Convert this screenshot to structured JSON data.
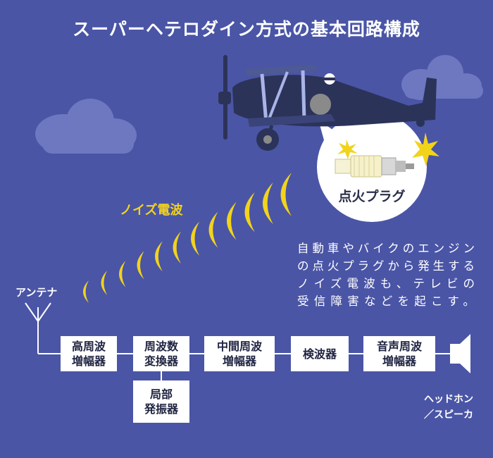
{
  "title": "スーパーヘテロダイン方式の基本回路構成",
  "noise_label": "ノイズ電波",
  "spark_plug_label": "点火プラグ",
  "description_lines": [
    "自動車やバイクのエンジン",
    "の点火プラグから発生する",
    "ノイズ電波も、テレビの",
    "受信障害などを起こす。"
  ],
  "antenna_label": "アンテナ",
  "blocks": {
    "rf_amp": [
      "高周波",
      "増幅器"
    ],
    "mixer": [
      "周波数",
      "変換器"
    ],
    "local_osc": [
      "局部",
      "発振器"
    ],
    "if_amp": [
      "中間周波",
      "増幅器"
    ],
    "detector": [
      "検波器"
    ],
    "audio_amp": [
      "音声周波",
      "増幅器"
    ]
  },
  "speaker_label": [
    "ヘッドホン",
    "／スピーカ"
  ],
  "colors": {
    "background": "#4a55a6",
    "noise_wave": "#f2d31b",
    "cloud": "#6d78c1",
    "plane": "#2c3359",
    "block": "#ffffff"
  },
  "icons": [
    "biplane-icon",
    "cloud-icon",
    "spark-plug-icon",
    "spark-icon",
    "antenna-icon",
    "speaker-icon"
  ]
}
